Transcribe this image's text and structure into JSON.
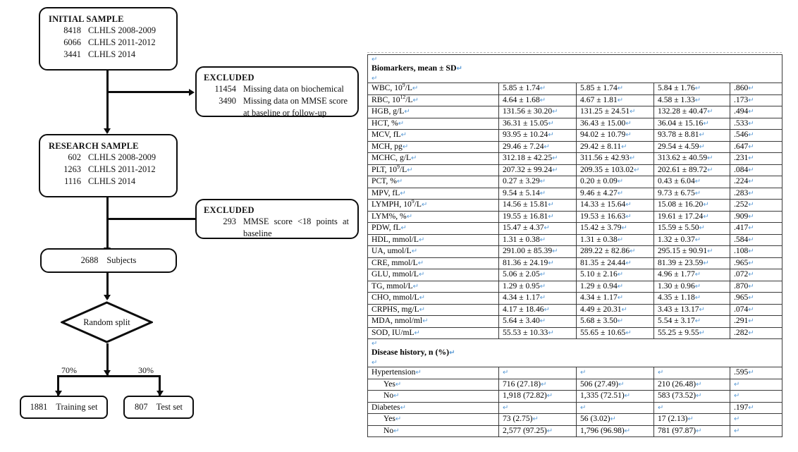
{
  "flowchart": {
    "initial_sample": {
      "title": "INITIAL SAMPLE",
      "rows": [
        {
          "n": "8418",
          "text": "CLHLS 2008-2009"
        },
        {
          "n": "6066",
          "text": "CLHLS 2011-2012"
        },
        {
          "n": "3441",
          "text": "CLHLS 2014"
        }
      ]
    },
    "excluded_1": {
      "title": "EXCLUDED",
      "rows": [
        {
          "n": "11454",
          "text": "Missing data on biochemical"
        },
        {
          "n": "3490",
          "text": "Missing data on MMSE score at baseline or follow-up"
        }
      ]
    },
    "research_sample": {
      "title": "RESEARCH SAMPLE",
      "rows": [
        {
          "n": "602",
          "text": "CLHLS 2008-2009"
        },
        {
          "n": "1263",
          "text": "CLHLS 2011-2012"
        },
        {
          "n": "1116",
          "text": "CLHLS 2014"
        }
      ]
    },
    "excluded_2": {
      "title": "EXCLUDED",
      "rows": [
        {
          "n": "293",
          "text": "MMSE score <18 points at baseline"
        }
      ]
    },
    "subjects": {
      "n": "2688",
      "label": "Subjects"
    },
    "decision": {
      "label": "Random split"
    },
    "split_left_pct": "70%",
    "split_right_pct": "30%",
    "training_set": {
      "n": "1881",
      "label": "Training set"
    },
    "test_set": {
      "n": "807",
      "label": "Test set"
    }
  },
  "table": {
    "sections": [
      {
        "heading": "Biomarkers, mean ± SD"
      },
      {
        "heading": "Disease history, n (%)"
      }
    ],
    "biomarkers": [
      {
        "label": "WBC, 10",
        "sup": "9",
        "label2": "/L",
        "v1": "5.85 ± 1.74",
        "v2": "5.85 ± 1.74",
        "v3": "5.84 ± 1.76",
        "p": ".860"
      },
      {
        "label": "RBC, 10",
        "sup": "12",
        "label2": "/L",
        "v1": "4.64 ± 1.68",
        "v2": "4.67 ± 1.81",
        "v3": "4.58 ± 1.33",
        "p": ".173"
      },
      {
        "label": "HGB, g/L",
        "sup": "",
        "label2": "",
        "v1": "131.56 ± 30.20",
        "v2": "131.25 ± 24.51",
        "v3": "132.28 ± 40.47",
        "p": ".494"
      },
      {
        "label": "HCT, %",
        "sup": "",
        "label2": "",
        "v1": "36.31 ± 15.05",
        "v2": "36.43 ± 15.00",
        "v3": "36.04 ± 15.16",
        "p": ".533"
      },
      {
        "label": "MCV, fL",
        "sup": "",
        "label2": "",
        "v1": "93.95 ± 10.24",
        "v2": "94.02 ± 10.79",
        "v3": "93.78 ± 8.81",
        "p": ".546"
      },
      {
        "label": "MCH, pg",
        "sup": "",
        "label2": "",
        "v1": "29.46 ± 7.24",
        "v2": "29.42 ± 8.11",
        "v3": "29.54 ± 4.59",
        "p": ".647"
      },
      {
        "label": "MCHC, g/L",
        "sup": "",
        "label2": "",
        "v1": "312.18 ± 42.25",
        "v2": "311.56 ± 42.93",
        "v3": "313.62 ± 40.59",
        "p": ".231"
      },
      {
        "label": "PLT, 10",
        "sup": "9",
        "label2": "/L",
        "v1": "207.32 ± 99.24",
        "v2": "209.35 ± 103.02",
        "v3": "202.61 ± 89.72",
        "p": ".084"
      },
      {
        "label": "PCT, %",
        "sup": "",
        "label2": "",
        "v1": "0.27 ± 3.29",
        "v2": "0.20 ± 0.09",
        "v3": "0.43 ± 6.04",
        "p": ".224"
      },
      {
        "label": "MPV, fL",
        "sup": "",
        "label2": "",
        "v1": "9.54 ± 5.14",
        "v2": "9.46 ± 4.27",
        "v3": "9.73 ± 6.75",
        "p": ".283"
      },
      {
        "label": "LYMPH, 10",
        "sup": "9",
        "label2": "/L",
        "v1": "14.56 ± 15.81",
        "v2": "14.33 ± 15.64",
        "v3": "15.08 ± 16.20",
        "p": ".252"
      },
      {
        "label": "LYM%, %",
        "sup": "",
        "label2": "",
        "v1": "19.55 ± 16.81",
        "v2": "19.53 ± 16.63",
        "v3": "19.61 ± 17.24",
        "p": ".909"
      },
      {
        "label": "PDW, fL",
        "sup": "",
        "label2": "",
        "v1": "15.47 ± 4.37",
        "v2": "15.42 ± 3.79",
        "v3": "15.59 ± 5.50",
        "p": ".417"
      },
      {
        "label": "HDL, mmol/L",
        "sup": "",
        "label2": "",
        "v1": "1.31 ± 0.38",
        "v2": "1.31 ± 0.38",
        "v3": "1.32 ± 0.37",
        "p": ".584"
      },
      {
        "label": "UA, umol/L",
        "sup": "",
        "label2": "",
        "v1": "291.00 ± 85.39",
        "v2": "289.22 ± 82.86",
        "v3": "295.15 ± 90.91",
        "p": ".108"
      },
      {
        "label": "CRE, mmol/L",
        "sup": "",
        "label2": "",
        "v1": "81.36 ± 24.19",
        "v2": "81.35 ± 24.44",
        "v3": "81.39 ± 23.59",
        "p": ".965"
      },
      {
        "label": "GLU, mmol/L",
        "sup": "",
        "label2": "",
        "v1": "5.06 ± 2.05",
        "v2": "5.10 ± 2.16",
        "v3": "4.96 ± 1.77",
        "p": ".072"
      },
      {
        "label": "TG, mmol/L",
        "sup": "",
        "label2": "",
        "v1": "1.29 ± 0.95",
        "v2": "1.29 ± 0.94",
        "v3": "1.30 ± 0.96",
        "p": ".870"
      },
      {
        "label": "CHO, mmol/L",
        "sup": "",
        "label2": "",
        "v1": "4.34 ± 1.17",
        "v2": "4.34 ± 1.17",
        "v3": "4.35 ± 1.18",
        "p": ".965"
      },
      {
        "label": "CRPHS, mg/L",
        "sup": "",
        "label2": "",
        "v1": "4.17 ± 18.46",
        "v2": "4.49 ± 20.31",
        "v3": "3.43 ± 13.17",
        "p": ".074"
      },
      {
        "label": "MDA, nmol/ml",
        "sup": "",
        "label2": "",
        "v1": "5.64 ± 3.40",
        "v2": "5.68 ± 3.50",
        "v3": "5.54 ± 3.17",
        "p": ".291"
      },
      {
        "label": "SOD, IU/mL",
        "sup": "",
        "label2": "",
        "v1": "55.53 ± 10.33",
        "v2": "55.65 ± 10.65",
        "v3": "55.25 ± 9.55",
        "p": ".282"
      }
    ],
    "disease": [
      {
        "label": "Hypertension",
        "indent": false,
        "v1": "",
        "v2": "",
        "v3": "",
        "p": ".595"
      },
      {
        "label": "Yes",
        "indent": true,
        "v1": "716 (27.18)",
        "v2": "506 (27.49)",
        "v3": "210 (26.48)",
        "p": ""
      },
      {
        "label": "No",
        "indent": true,
        "v1": "1,918 (72.82)",
        "v2": "1,335 (72.51)",
        "v3": "583 (73.52)",
        "p": ""
      },
      {
        "label": "Diabetes",
        "indent": false,
        "v1": "",
        "v2": "",
        "v3": "",
        "p": ".197"
      },
      {
        "label": "Yes",
        "indent": true,
        "v1": "73 (2.75)",
        "v2": "56 (3.02)",
        "v3": "17 (2.13)",
        "p": ""
      },
      {
        "label": "No",
        "indent": true,
        "v1": "2,577 (97.25)",
        "v2": "1,796 (96.98)",
        "v3": "781 (97.87)",
        "p": ""
      }
    ]
  },
  "colors": {
    "ink": "#0d0d0d",
    "pilcrow": "#5b9bd5",
    "rule": "#3a3a3a"
  }
}
